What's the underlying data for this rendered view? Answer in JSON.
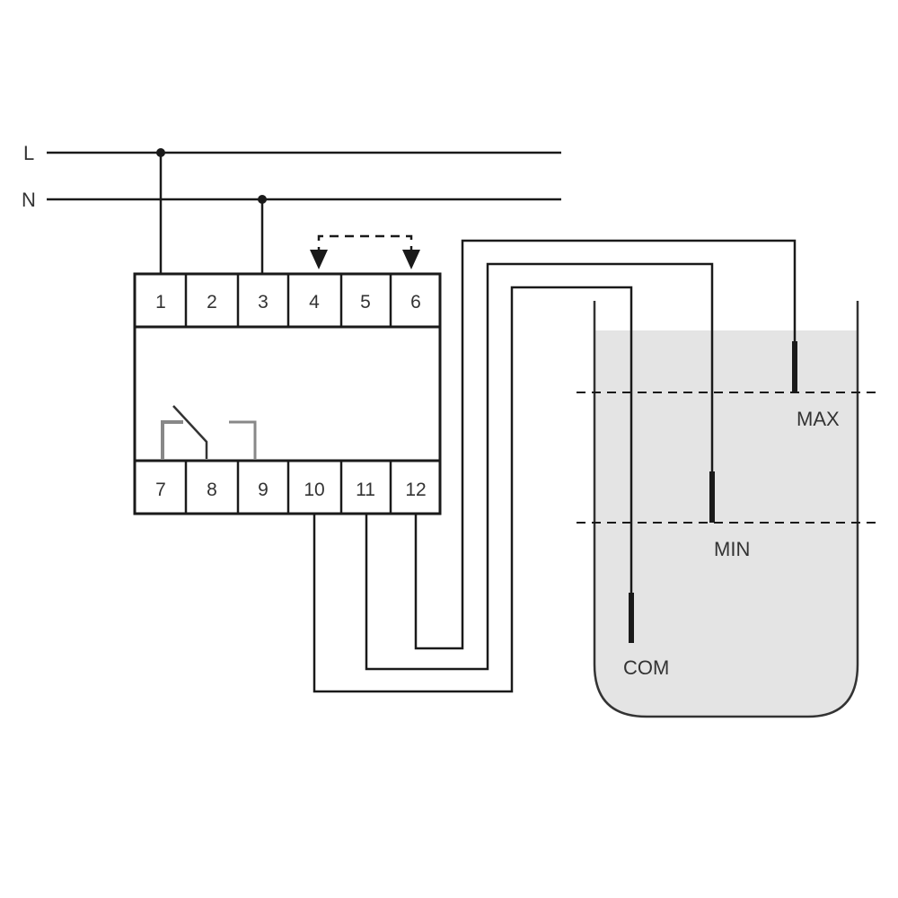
{
  "lines": {
    "L": "L",
    "N": "N"
  },
  "terminals_top": [
    "1",
    "2",
    "3",
    "4",
    "5",
    "6"
  ],
  "terminals_bottom": [
    "7",
    "8",
    "9",
    "10",
    "11",
    "12"
  ],
  "electrodes": {
    "max": "MAX",
    "min": "MIN",
    "com": "COM"
  },
  "colors": {
    "line": "#1a1a1a",
    "liquid": "#e4e4e4",
    "contact": "#888888"
  }
}
